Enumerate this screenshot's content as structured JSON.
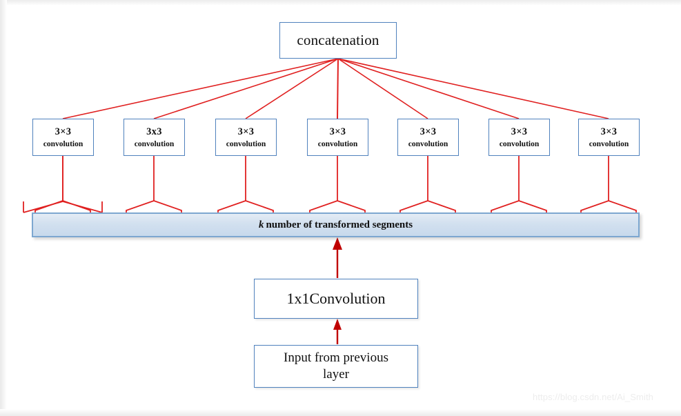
{
  "diagram": {
    "title_node": {
      "label": "concatenation"
    },
    "conv_boxes": [
      {
        "kernel": "3×3",
        "label": "convolution"
      },
      {
        "kernel": "3x3",
        "label": "convolution"
      },
      {
        "kernel": "3×3",
        "label": "convolution"
      },
      {
        "kernel": "3×3",
        "label": "convolution"
      },
      {
        "kernel": "3×3",
        "label": "convolution"
      },
      {
        "kernel": "3×3",
        "label": "convolution"
      },
      {
        "kernel": "3×3",
        "label": "convolution"
      }
    ],
    "segments_bar": {
      "symbol": "k",
      "label": " number of transformed segments"
    },
    "conv1x1": {
      "label": "1x1Convolution"
    },
    "input_node": {
      "line1": "Input from previous",
      "line2": "layer"
    },
    "watermark": "https://blog.csdn.net/Ai_Smith",
    "colors": {
      "box_border": "#4f81bd",
      "wire": "#e02020",
      "bar_border": "#7da7d0",
      "bar_fill_top": "#e4ecf5",
      "bar_fill_bottom": "#c7d9ec",
      "background": "#ffffff"
    }
  }
}
